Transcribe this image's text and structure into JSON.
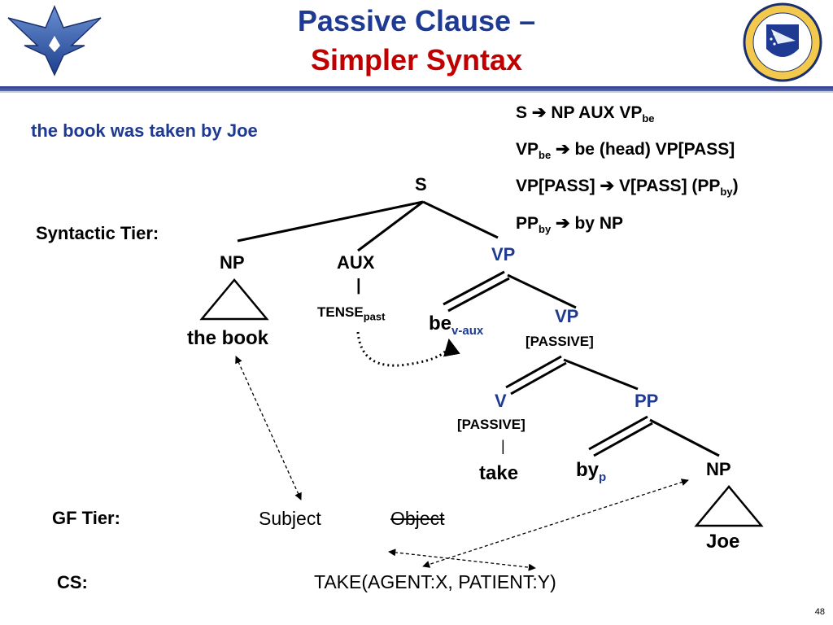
{
  "title": {
    "line1": "Passive Clause –",
    "line2": "Simpler Syntax"
  },
  "sentence": "the book was taken by Joe",
  "rules": [
    {
      "lhs": "S",
      "lhs_sub": "",
      "rhs": "NP AUX VP",
      "rhs_sub": "be",
      "rhs_tail": ""
    },
    {
      "lhs": "VP",
      "lhs_sub": "be",
      "rhs": "be (head) VP[PASS]",
      "rhs_sub": "",
      "rhs_tail": ""
    },
    {
      "lhs": "VP[PASS]",
      "lhs_sub": "",
      "rhs": "V[PASS] (PP",
      "rhs_sub": "by",
      "rhs_tail": ")"
    },
    {
      "lhs": "PP",
      "lhs_sub": "by",
      "rhs": "by NP",
      "rhs_sub": "",
      "rhs_tail": ""
    }
  ],
  "arrow_glyph": "➔",
  "tiers": {
    "syntactic": "Syntactic Tier:",
    "gf": "GF Tier:",
    "cs": "CS:"
  },
  "tree": {
    "s": "S",
    "np": "NP",
    "np_text": "the book",
    "aux": "AUX",
    "aux_bar": "|",
    "tense": "TENSE",
    "tense_sub": "past",
    "vp_top": "VP",
    "be": "be",
    "be_sub": "v-aux",
    "vp_passive": "VP",
    "vp_passive_feature": "[PASSIVE]",
    "v": "V",
    "v_feature": "[PASSIVE]",
    "v_bar": "|",
    "take": "take",
    "pp": "PP",
    "by": "by",
    "by_sub": "p",
    "np2": "NP",
    "np2_text": "Joe"
  },
  "gf": {
    "subject": "Subject",
    "object": "Object"
  },
  "cs_formula": "TAKE(AGENT:X, PATIENT:Y)",
  "page_number": "48",
  "colors": {
    "title_blue": "#1f3a93",
    "title_red": "#c00000",
    "accent_blue": "#1f3a93"
  }
}
